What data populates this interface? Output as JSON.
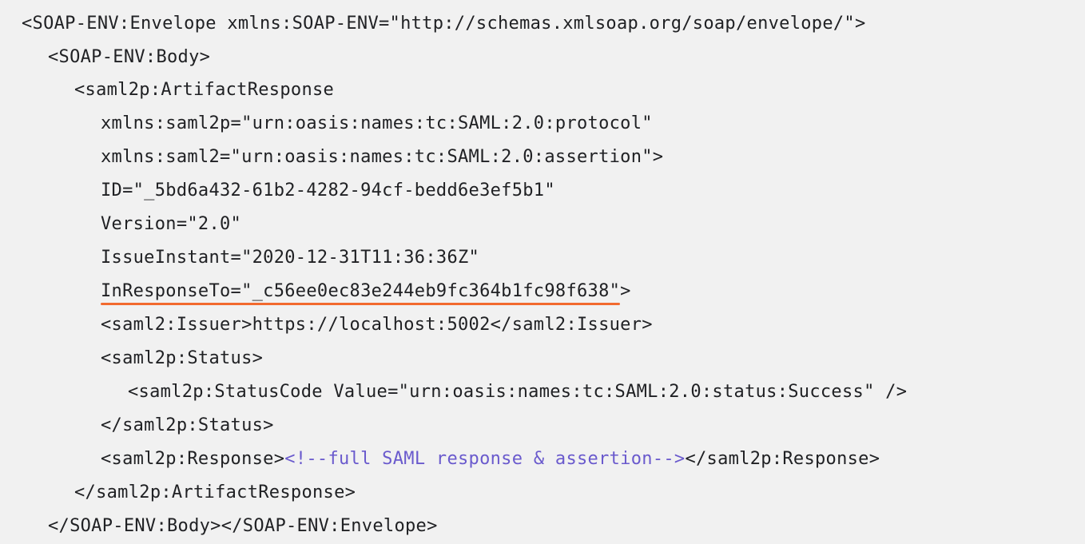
{
  "lines": [
    {
      "text": "<SOAP-ENV:Envelope xmlns:SOAP-ENV=\"http://schemas.xmlsoap.org/soap/envelope/\">"
    },
    {
      "text": "<SOAP-ENV:Body>"
    },
    {
      "text": "<saml2p:ArtifactResponse"
    },
    {
      "text": "xmlns:saml2p=\"urn:oasis:names:tc:SAML:2.0:protocol\""
    },
    {
      "text": "xmlns:saml2=\"urn:oasis:names:tc:SAML:2.0:assertion\">"
    },
    {
      "text": "ID=\"_5bd6a432-61b2-4282-94cf-bedd6e3ef5b1\""
    },
    {
      "text": "Version=\"2.0\""
    },
    {
      "text": "IssueInstant=\"2020-12-31T11:36:36Z\""
    },
    {
      "text": "InResponseTo=\"_c56ee0ec83e244eb9fc364b1fc98f638\"",
      "trailing": ">"
    },
    {
      "text": "<saml2:Issuer>https://localhost:5002</saml2:Issuer>"
    },
    {
      "text": "<saml2p:Status>"
    },
    {
      "text": "<saml2p:StatusCode Value=\"urn:oasis:names:tc:SAML:2.0:status:Success\" />"
    },
    {
      "text": "</saml2p:Status>"
    },
    {
      "before": "<saml2p:Response>",
      "comment": "<!--full SAML response & assertion-->",
      "after": "</saml2p:Response>"
    },
    {
      "text": "</saml2p:ArtifactResponse>"
    },
    {
      "text": "</SOAP-ENV:Body></SOAP-ENV:Envelope>"
    }
  ],
  "colors": {
    "background": "#f1f1f1",
    "text": "#202124",
    "comment": "#6a5acd",
    "highlight_underline": "#f26a2e"
  }
}
